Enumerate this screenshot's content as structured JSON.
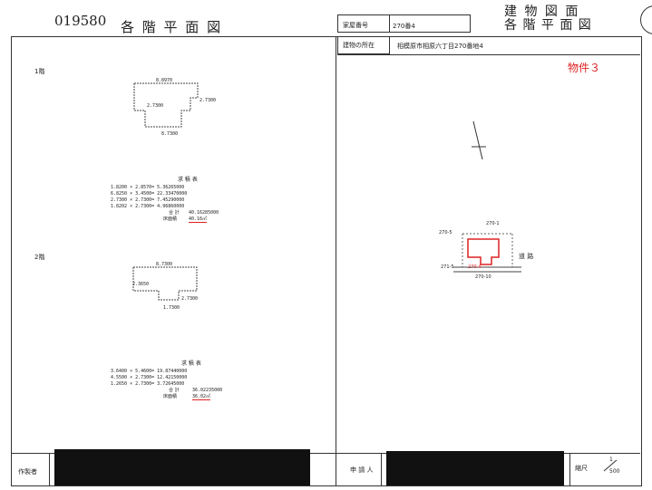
{
  "header": {
    "doc_number": "019580",
    "left_title": "各 階 平 面 図",
    "house_number_label": "家屋番号",
    "house_number_value": "270番4",
    "right_title_line1": "建 物 図 面",
    "right_title_line2": "各 階 平 面 図",
    "location_label": "建物の所在",
    "location_value": "相模原市相原六丁目270番地4",
    "property_label": "物件３"
  },
  "floor1": {
    "label": "1階",
    "dims_top": "8.8970",
    "dims_right": "2.7300",
    "dims_left": "2.7300",
    "dims_bottom": "8.7300",
    "table_title": "求 積 表",
    "rows": [
      "1.8200 × 2.8570= 5.36265000",
      "6.8250 × 3.4500= 22.33470000",
      "2.7300 × 2.7300= 7.45290000",
      "1.8202 × 2.7300= 4.96860000"
    ],
    "total_label": "合 計",
    "total_value": "40.16285000",
    "area_label": "床面積",
    "area_value": "40.16㎡"
  },
  "floor2": {
    "label": "2階",
    "dims_top": "8.7300",
    "dims_left": "2.3650",
    "dims_right": "2.7300",
    "dims_bottom": "1.7300",
    "table_title": "求 積 表",
    "rows": [
      "3.6400 × 5.4600= 19.87440000",
      "4.5500 × 2.7300= 12.42150000",
      "1.2650 × 2.7300= 3.72645000"
    ],
    "total_label": "合 計",
    "total_value": "36.02235000",
    "area_label": "床面積",
    "area_value": "36.02㎡"
  },
  "site_map": {
    "lot_top": "270-1",
    "lot_left": "271-5",
    "lot_bottom": "270-10",
    "lot_subject": "270-4",
    "lot_upper_left": "270-5",
    "road_label": "道 路",
    "red_color": "#d22"
  },
  "footer": {
    "maker_label": "作製者",
    "applicant_label": "申 請 人",
    "scale_label": "縮尺",
    "scale_num": "1",
    "scale_den": "500"
  }
}
